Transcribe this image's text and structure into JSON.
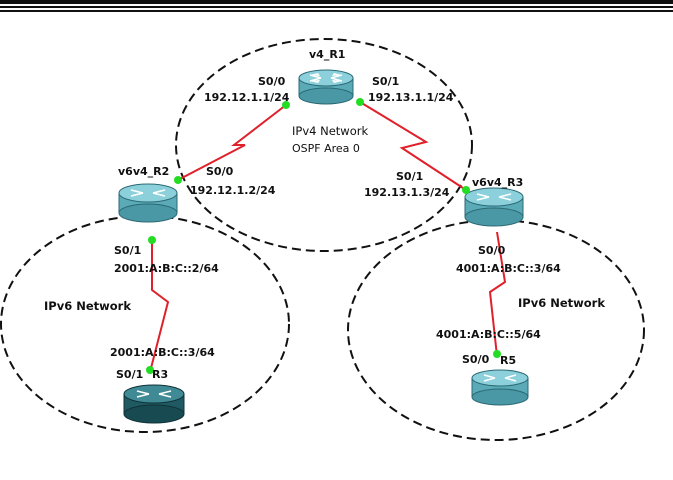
{
  "routers": {
    "r1": {
      "name": "v4_R1"
    },
    "r2": {
      "name": "v6v4_R2"
    },
    "r3": {
      "name": "v6v4_R3"
    },
    "r3b": {
      "name": "R3"
    },
    "r5": {
      "name": "R5"
    }
  },
  "interfaces": {
    "r1_s00": {
      "port": "S0/0",
      "addr": "192.12.1.1/24"
    },
    "r1_s01": {
      "port": "S0/1",
      "addr": "192.13.1.1/24"
    },
    "r2_s00": {
      "port": "S0/0",
      "addr": "192.12.1.2/24"
    },
    "r3_s01": {
      "port": "S0/1",
      "addr": "192.13.1.3/24"
    },
    "r2_s01": {
      "port": "S0/1",
      "addr": "2001:A:B:C::2/64"
    },
    "r3b_s01": {
      "port": "S0/1",
      "addr": "2001:A:B:C::3/64"
    },
    "r3_s00": {
      "port": "S0/0",
      "addr": "4001:A:B:C::3/64"
    },
    "r5_s00": {
      "port": "S0/0",
      "addr": "4001:A:B:C::5/64"
    }
  },
  "networks": {
    "ipv4": {
      "title": "IPv4 Network",
      "area": "OSPF Area 0"
    },
    "ipv6_left": {
      "title": "IPv6 Network"
    },
    "ipv6_right": {
      "title": "IPv6 Network"
    }
  },
  "colors": {
    "link": "#e0202a",
    "endpoint": "#22dd22",
    "router_body": "#5aaab8",
    "router_top": "#8cd0dc",
    "router_dark_body": "#1f5a62",
    "router_dark_top": "#3f8a94"
  }
}
